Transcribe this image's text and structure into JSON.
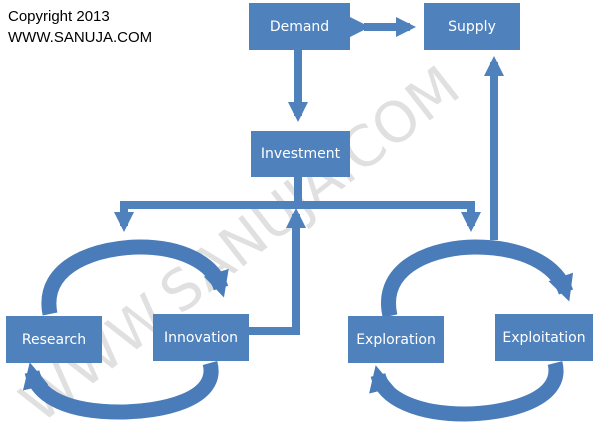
{
  "copyright": {
    "line1": "Copyright 2013",
    "line2": "WWW.SANUJA.COM"
  },
  "watermark": "WWW.SANUJA.COM",
  "nodes": {
    "demand": "Demand",
    "supply": "Supply",
    "investment": "Investment",
    "research": "Research",
    "innovation": "Innovation",
    "exploration": "Exploration",
    "exploitation": "Exploitation"
  },
  "colors": {
    "box_fill": "#4f81bd",
    "arrow": "#4f81bd",
    "cycle": "#4a7cb9",
    "text": "#ffffff",
    "watermark": "#c2c2c2"
  }
}
